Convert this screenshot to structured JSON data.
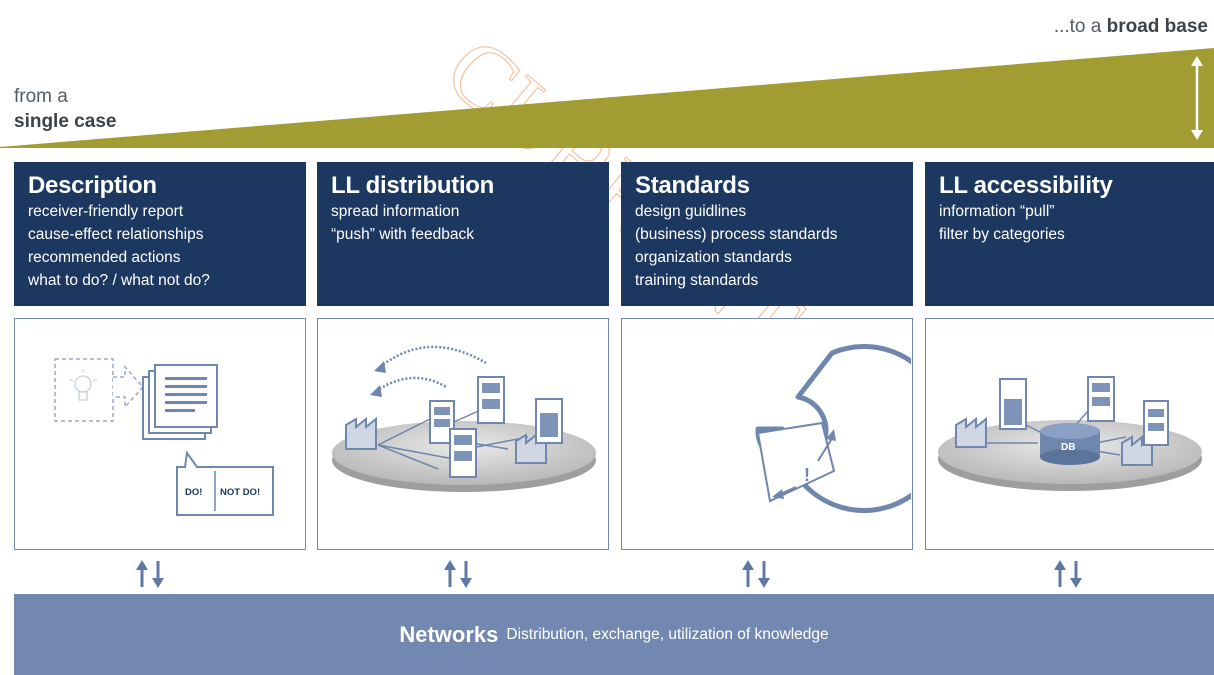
{
  "scale": {
    "from_prefix": "from a",
    "from_bold": "single case",
    "to_prefix": "...to a",
    "to_bold": "broad base"
  },
  "watermark": "CURRENT",
  "colors": {
    "navy": "#1c3760",
    "olive": "#a19d33",
    "network_blue": "#7288b0",
    "icon_blue": "#6f86ad"
  },
  "cards": [
    {
      "title": "Description",
      "lines": [
        "receiver-friendly  report",
        "cause-effect relationships",
        "recommended  actions",
        "what to do? / what not do?"
      ],
      "icon": "document-lightbulb-icon",
      "do_label": "DO!",
      "not_do_label": "NOT DO!"
    },
    {
      "title": "LL distribution",
      "lines": [
        "spread information",
        "“push” with feedback"
      ],
      "icon": "distribution-network-icon"
    },
    {
      "title": "Standards",
      "lines": [
        "design guidlines",
        "(business) process standards",
        "organization standards",
        "training standards"
      ],
      "icon": "standard-cycle-icon",
      "exclaim": "!"
    },
    {
      "title": "LL accessibility",
      "lines": [
        "information “pull”",
        "filter by categories"
      ],
      "icon": "database-access-icon",
      "db_label": "DB"
    }
  ],
  "networks": {
    "title": "Networks",
    "subtitle": "Distribution, exchange, utilization of knowledge"
  }
}
